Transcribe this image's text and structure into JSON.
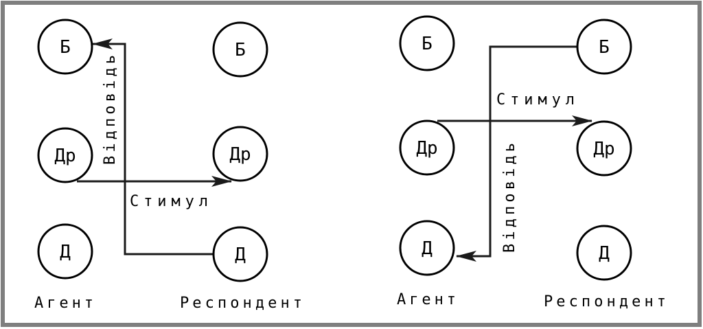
{
  "colors": {
    "frame": "#7f7f7f",
    "line": "#1a1a1a",
    "text": "#000000"
  },
  "states": {
    "parent": "Б",
    "adult": "Др",
    "child": "Д"
  },
  "captions": {
    "agent": "Агент",
    "respondent": "Респондент",
    "stimulus": "Стимул",
    "response": "Відповідь"
  }
}
